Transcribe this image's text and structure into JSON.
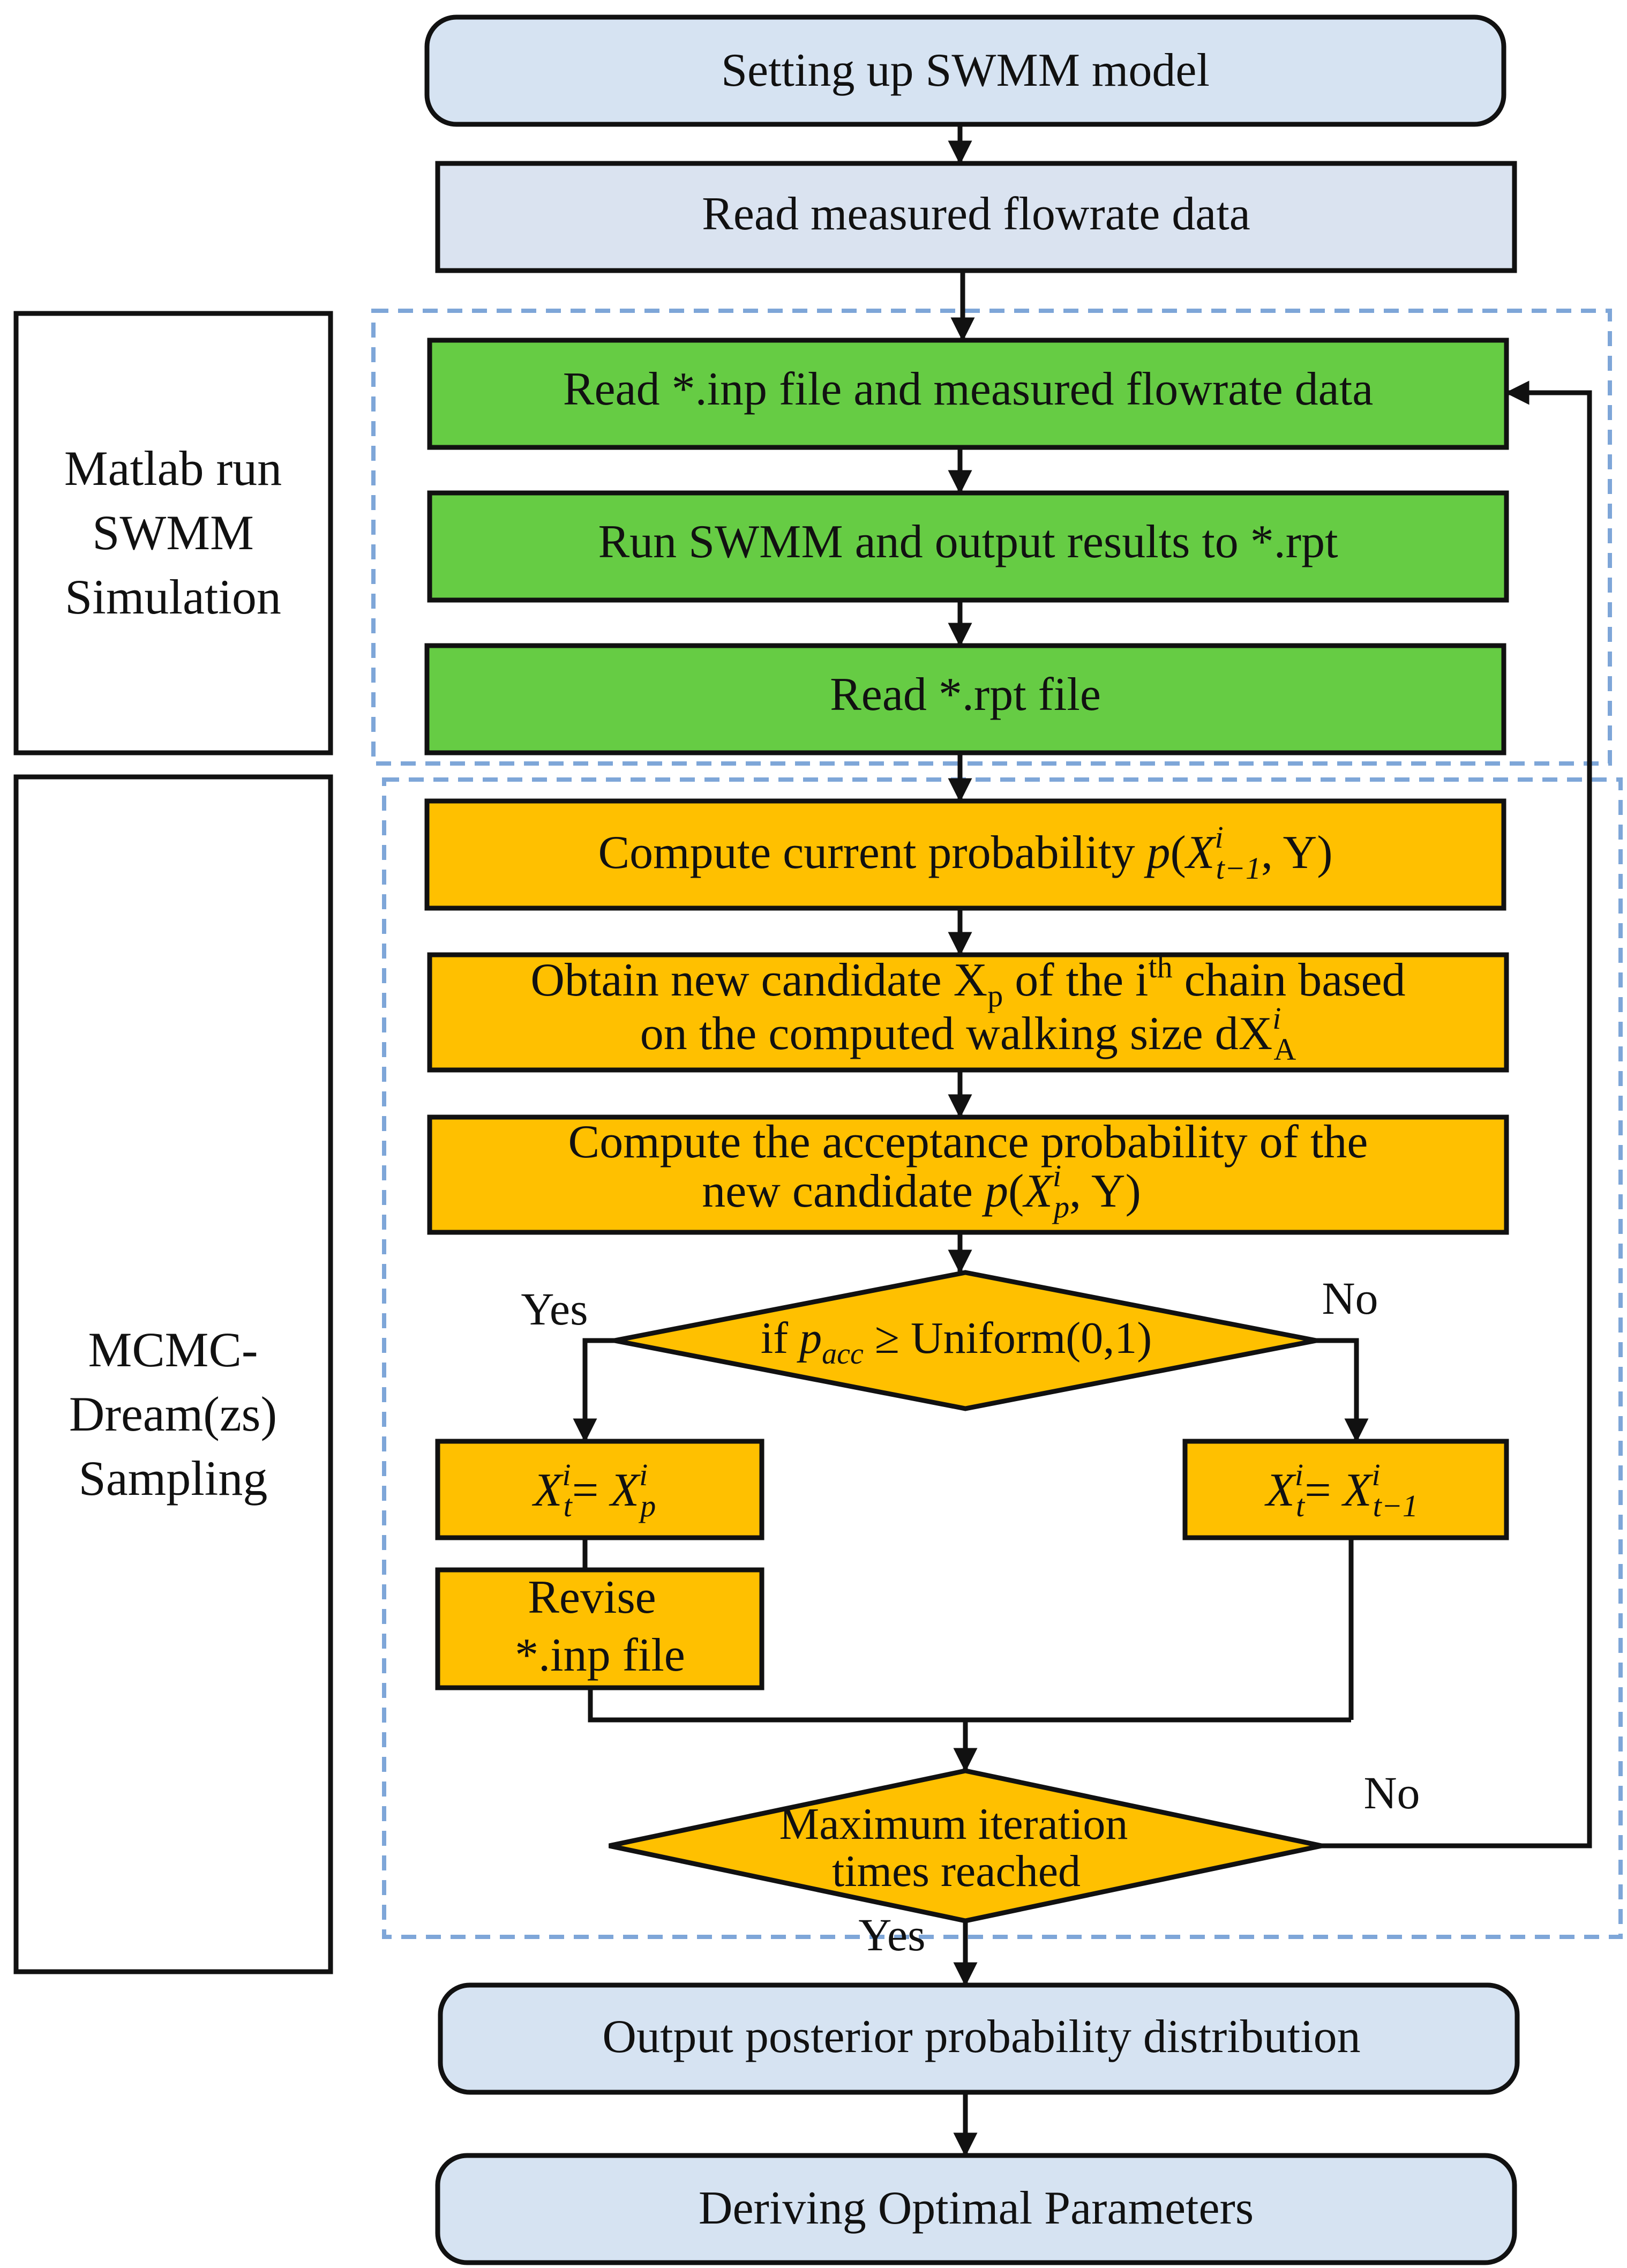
{
  "colors": {
    "terminal_fill": "#d6e3f2",
    "process_fill": "#dae3f0",
    "green_fill": "#66cc44",
    "orange_fill": "#ffc000",
    "dashed_border": "#7ea6d8",
    "line": "#111111"
  },
  "side_labels": {
    "matlab": [
      "Matlab run",
      "SWMM",
      "Simulation"
    ],
    "mcmc": [
      "MCMC-",
      "Dream(zs)",
      "Sampling"
    ]
  },
  "nodes": {
    "setup": "Setting up SWMM model",
    "read_measured": "Read measured flowrate data",
    "read_inp": "Read *.inp file and measured flowrate data",
    "run_swmm": "Run SWMM and  output results to *.rpt",
    "read_rpt": "Read *.rpt file",
    "compute_current": {
      "text": "Compute current probability ",
      "p": "p",
      "open": "(",
      "X": "X",
      "sup": "i",
      "sub": "t−1",
      "close": ", Y)"
    },
    "obtain_candidate": {
      "line1_a": "Obtain new candidate X",
      "line1_sub": "p",
      "line1_b": " of the i",
      "line1_sup": "th",
      "line1_c": " chain based",
      "line2_a": "on the computed walking size dX",
      "line2_sup": "i",
      "line2_sub": "A"
    },
    "compute_acceptance": {
      "line1": "Compute the acceptance probability of the",
      "line2_a": "new candidate ",
      "p": "p",
      "open": "(",
      "X": "X",
      "sup": "i",
      "sub": "p",
      "close": ", Y)"
    },
    "decision_accept": {
      "if": "if ",
      "p": "p",
      "sub": "acc",
      "rest": " ≥ Uniform(0,1)"
    },
    "accept_box": {
      "lhs": "X",
      "lhs_sup": "i",
      "lhs_sub": "t",
      "eq": "= ",
      "rhs": "X",
      "rhs_sup": "i",
      "rhs_sub": "p"
    },
    "reject_box": {
      "lhs": "X",
      "lhs_sup": "i",
      "lhs_sub": "t",
      "eq": "= ",
      "rhs": "X",
      "rhs_sup": "i",
      "rhs_sub": "t−1"
    },
    "revise": [
      "Revise",
      "*.inp file"
    ],
    "decision_max": [
      "Maximum iteration",
      "times reached"
    ],
    "output": "Output posterior probability distribution",
    "derive": "Deriving Optimal Parameters"
  },
  "edge_labels": {
    "yes_accept": "Yes",
    "no_accept": "No",
    "no_max": "No",
    "yes_max": "Yes"
  }
}
